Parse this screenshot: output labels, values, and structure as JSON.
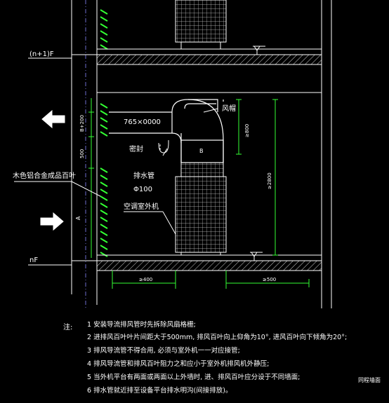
{
  "colors": {
    "background": "#000000",
    "structure": "#ffffff",
    "louver": "#33ff33",
    "dimension": "#33ff33",
    "centerline": "#8888ff",
    "text": "#ffffff"
  },
  "floor_labels": {
    "upper": "(n+1)F",
    "lower": "nF"
  },
  "labels": {
    "duct_size": "765×0000",
    "wind_cap": "风帽",
    "seal": "密封",
    "drain_pipe": "排水管",
    "drain_dia": "Φ100",
    "louver_name": "木色铝合金成品百叶",
    "ac_unit": "空调室外机",
    "section_b": "B",
    "mark_a": "A"
  },
  "dimensions": {
    "b200": "B+200",
    "d500": "500",
    "h800": "≥800",
    "h2800": "≥2800",
    "w400": "≥400",
    "w500": "≥500"
  },
  "icons": {
    "arrow_left": "arrow-left-icon",
    "arrow_right": "arrow-right-icon"
  },
  "notes": {
    "title": "注:",
    "items": [
      "1 安装导流排风管时先拆除风扇格栅;",
      "2 进排风百叶叶片间距大于500mm, 排风百叶向上仰角为10°, 进风百叶向下倾角为20°;",
      "3 排风导流管不得合用, 必须与室外机一一对应接管;",
      "4 排风导流管和排风百叶阻力之和应小于室外机排风机外静压;",
      "5 当外机平台有两面或两面以上外墙时, 进、排风百叶应分设于不同墙面;",
      "6 排水管就近排至设备平台排水明沟(间接排放)。"
    ],
    "overflow_text": "同程墙面"
  }
}
